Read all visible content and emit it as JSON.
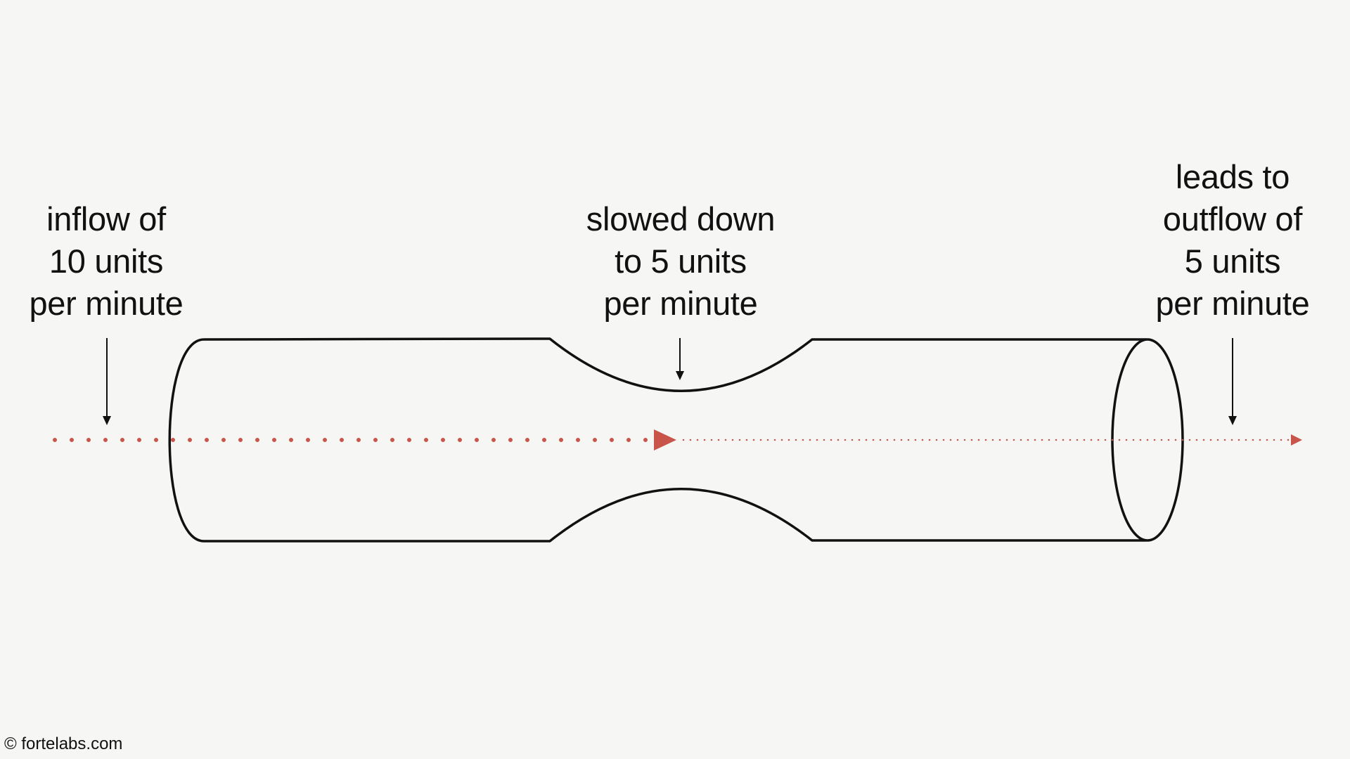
{
  "labels": {
    "inflow": [
      "inflow of",
      "10 units",
      "per minute"
    ],
    "slowed": [
      "slowed down",
      "to 5 units",
      "per minute"
    ],
    "outflow": [
      "leads to",
      "outflow of",
      "5 units",
      "per minute"
    ]
  },
  "footer": {
    "copyright": "© fortelabs.com"
  },
  "colors": {
    "background": "#f6f6f5",
    "outline": "#111111",
    "flow": "#c9544a"
  },
  "icons": {
    "flow_arrowhead": "triangle-right",
    "pointer_arrow": "arrow-down"
  }
}
